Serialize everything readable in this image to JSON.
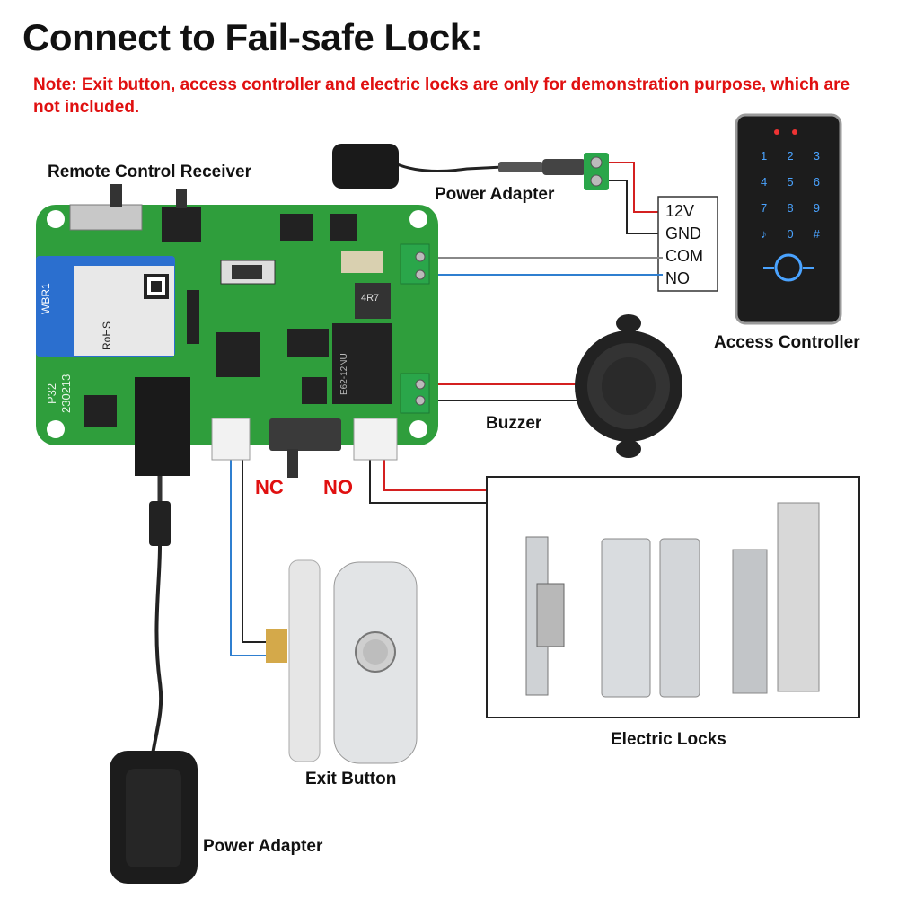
{
  "title": "Connect to Fail-safe Lock:",
  "note": "Note: Exit button, access controller and electric locks are only for demonstration purpose, which are not included.",
  "labels": {
    "remote_receiver": "Remote Control Receiver",
    "power_adapter_top": "Power Adapter",
    "access_controller": "Access Controller",
    "buzzer": "Buzzer",
    "electric_locks": "Electric Locks",
    "exit_button": "Exit Button",
    "power_adapter_bottom": "Power Adapter"
  },
  "terminals": [
    "12V",
    "GND",
    "COM",
    "NO"
  ],
  "relay_terminals": {
    "nc": "NC",
    "no": "NO"
  },
  "board": {
    "pcb_text_1": "P32",
    "pcb_text_2": "230213",
    "module_brand": "WBR1",
    "rohs": "RoHS",
    "relay_text": "E62-12NU",
    "inductor_text": "4R7"
  },
  "keypad_keys": [
    "1",
    "2",
    "3",
    "4",
    "5",
    "6",
    "7",
    "8",
    "9",
    "♪",
    "0",
    "#"
  ],
  "colors": {
    "wire_red": "#d42020",
    "wire_black": "#222222",
    "wire_blue": "#2f7fd0",
    "pcb_green": "#2f9e3c",
    "note_red": "#e01010"
  }
}
